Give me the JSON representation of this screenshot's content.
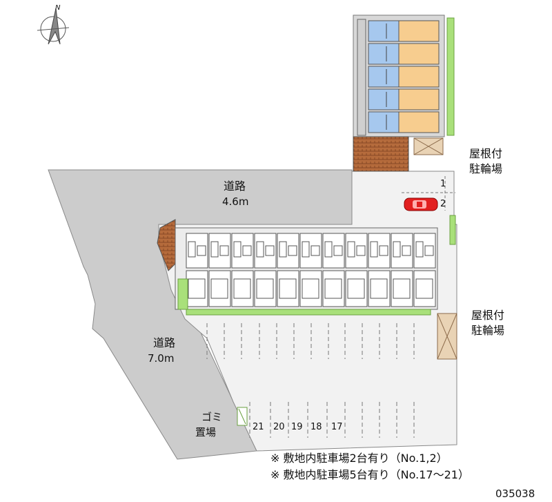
{
  "compass": {
    "north_label": "N",
    "icon": "north-arrow-icon"
  },
  "roads": {
    "top": {
      "name": "道路",
      "width": "4.6m"
    },
    "left": {
      "name": "道路",
      "width": "7.0m"
    }
  },
  "bike_parking": {
    "upper": {
      "line1": "屋根付",
      "line2": "駐輪場"
    },
    "lower": {
      "line1": "屋根付",
      "line2": "駐輪場"
    }
  },
  "garbage": {
    "line1": "ゴミ",
    "line2": "置場"
  },
  "parking_upper_numbers": [
    "1",
    "2"
  ],
  "parking_lower_numbers": [
    "21",
    "20",
    "19",
    "18",
    "17"
  ],
  "notes": [
    "※ 敷地内駐車場2台有り（No.1,2）",
    "※ 敷地内駐車場5台有り（No.17〜21）"
  ],
  "code": "035038",
  "colors": {
    "road": "#cccccc",
    "lot": "#efefef",
    "building_gray": "#d9d9d9",
    "room_blue": "#a6c8ee",
    "room_orange": "#f7cd8f",
    "green": "#a9e07a",
    "brick": "#b06a3c",
    "car": "#e02222"
  }
}
